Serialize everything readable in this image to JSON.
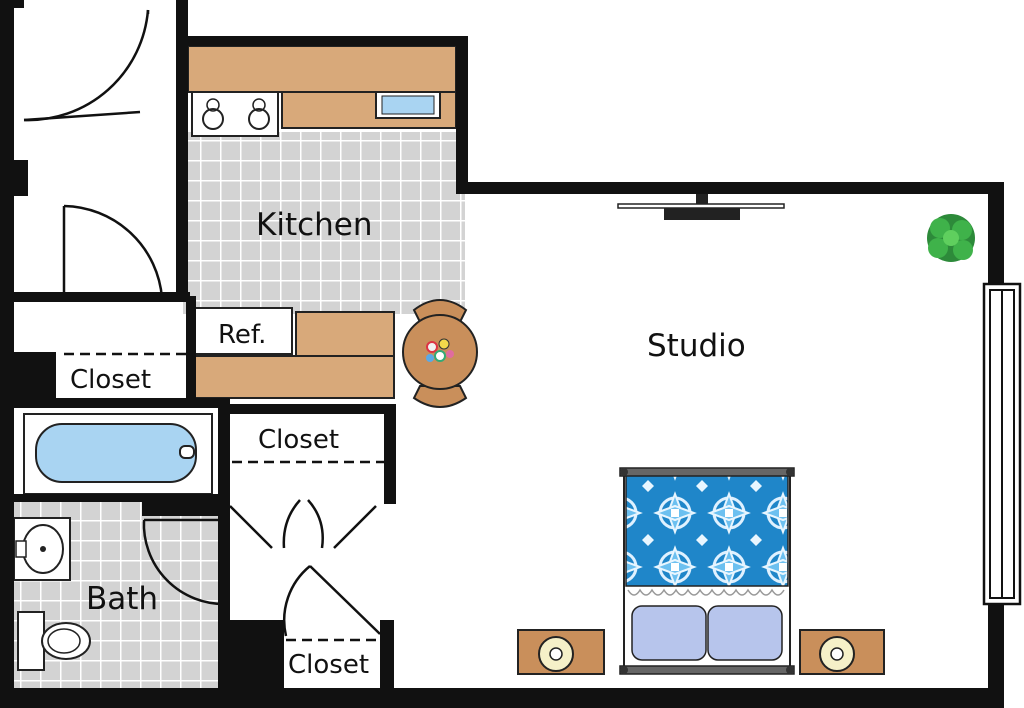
{
  "rooms": {
    "kitchen": "Kitchen",
    "studio": "Studio",
    "bath": "Bath",
    "refrigerator": "Ref.",
    "closet_kitchen": "Closet",
    "closet_hall": "Closet",
    "closet_bottom": "Closet"
  },
  "colors": {
    "wall": "#111111",
    "cabinet": "#d8a97a",
    "floor_tile": "#d3d3d3",
    "water": "#a9d4f2",
    "bedspread": "#1f86c9",
    "pillow": "#b7c5ec",
    "plant": "#2d8a3a",
    "wood_table": "#c98f5b"
  },
  "icons": [
    "stove-icon",
    "sink-icon",
    "bathtub-icon",
    "toilet-icon",
    "tv-icon",
    "plant-icon",
    "table-icon",
    "bed-icon",
    "nightstand-icon",
    "window-icon"
  ]
}
